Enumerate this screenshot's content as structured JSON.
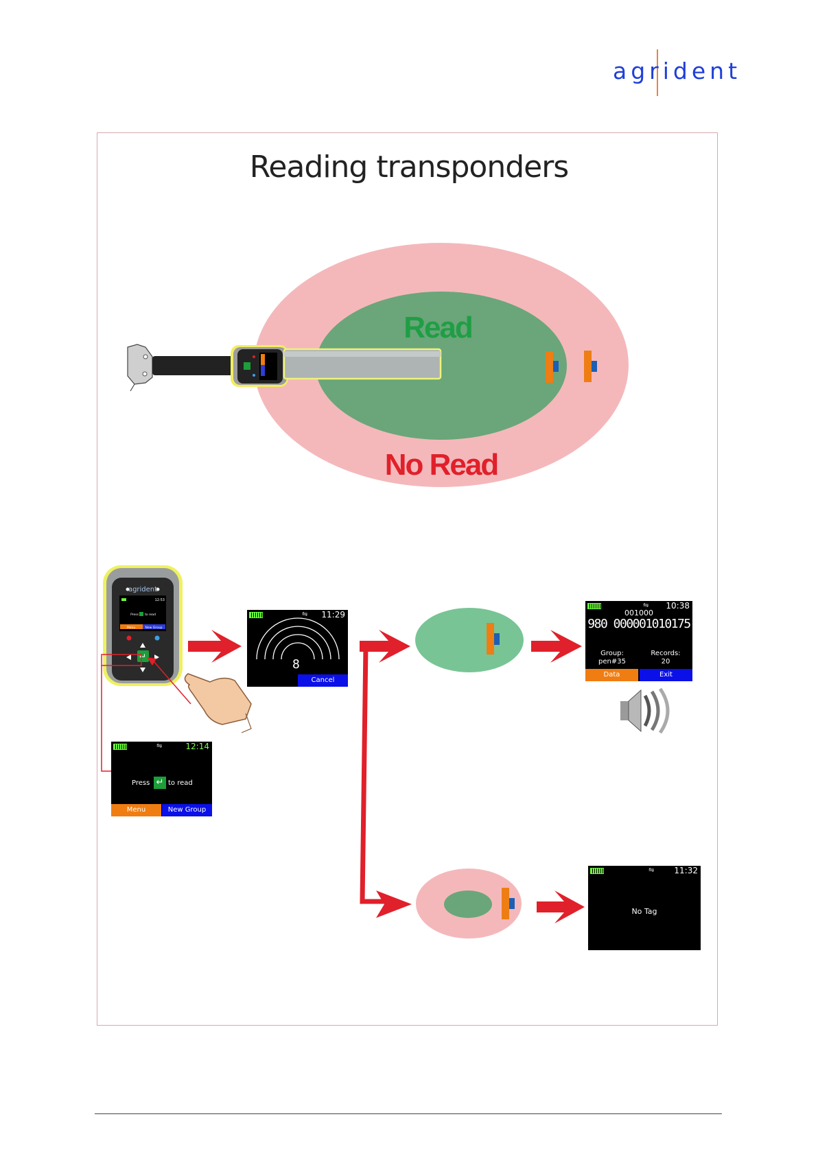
{
  "logo": {
    "text": "agrident"
  },
  "diagram": {
    "title": "Reading transponders",
    "zones": {
      "read": "Read",
      "no_read": "No Read"
    },
    "colors": {
      "read_zone": "#6aa679",
      "no_read_zone": "#f4b8bb",
      "accent_red": "#e0202a",
      "tag_orange": "#ee7d14",
      "tag_blue": "#1c5fb4"
    }
  },
  "device": {
    "brand": "agrident",
    "mini_screen": {
      "time": "12:53",
      "prompt": "Press",
      "prompt_tail": "to read",
      "left_btn": "Menu",
      "right_btn": "New Group"
    }
  },
  "screens": {
    "idle": {
      "time": "12:14",
      "press": "Press",
      "to_read": "to read",
      "menu": "Menu",
      "new_group": "New Group"
    },
    "reading": {
      "time": "11:29",
      "countdown": "8",
      "cancel": "Cancel"
    },
    "success": {
      "time": "10:38",
      "record_no": "001000",
      "tag_id": "980 000001010175",
      "group_label": "Group:",
      "group_value": "pen#35",
      "records_label": "Records:",
      "records_value": "20",
      "data": "Data",
      "exit": "Exit"
    },
    "no_tag": {
      "time": "11:32",
      "message": "No Tag"
    }
  }
}
